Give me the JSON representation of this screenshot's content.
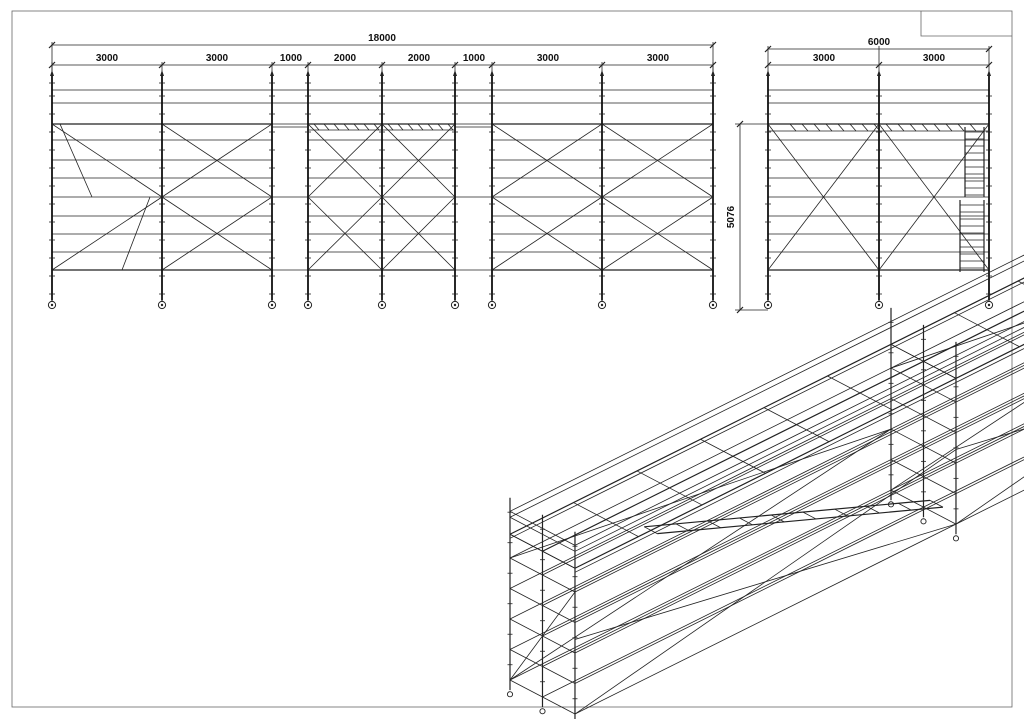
{
  "front_elevation": {
    "overall": "18000",
    "bays": [
      "3000",
      "3000",
      "1000",
      "2000",
      "2000",
      "1000",
      "3000",
      "3000"
    ]
  },
  "side_elevation": {
    "overall": "6000",
    "bays": [
      "3000",
      "3000"
    ],
    "height": "5076"
  }
}
